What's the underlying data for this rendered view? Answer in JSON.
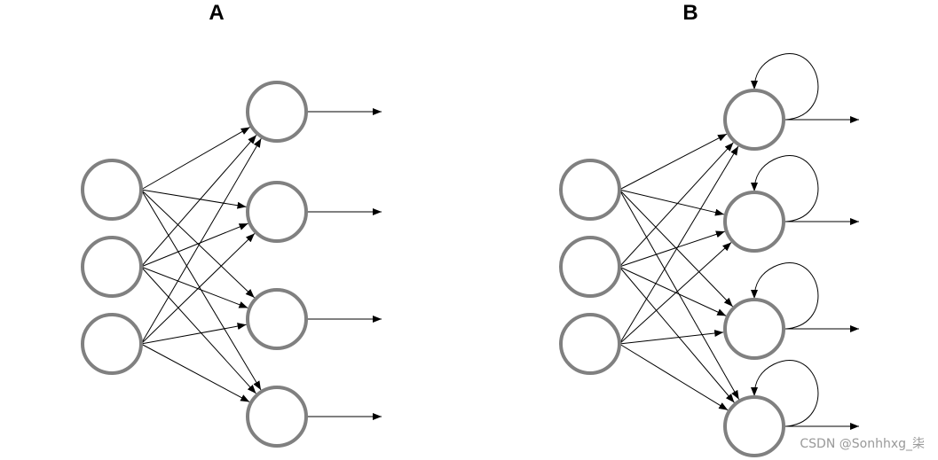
{
  "panels": [
    {
      "label": "A",
      "inputs": 3,
      "outputs": 4,
      "recurrent": false
    },
    {
      "label": "B",
      "inputs": 3,
      "outputs": 4,
      "recurrent": true
    }
  ],
  "watermark": "CSDN @Sonhhxg_柒",
  "colors": {
    "node_stroke": "#808080",
    "edge": "#000000",
    "watermark": "#999999"
  }
}
